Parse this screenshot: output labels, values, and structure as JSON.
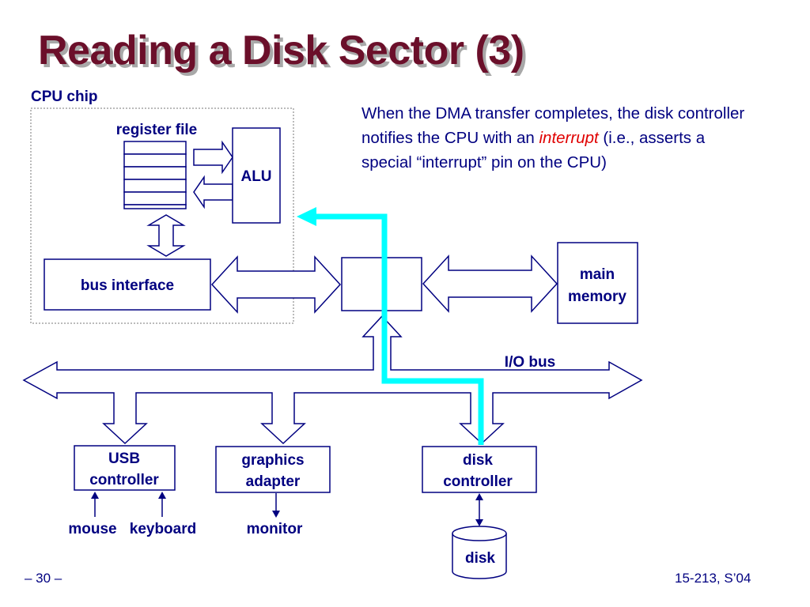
{
  "slide": {
    "title": "Reading a Disk Sector (3)",
    "page_number": "– 30 –",
    "course": "15-213, S’04"
  },
  "diagram": {
    "cpu_chip": "CPU chip",
    "register_file": "register file",
    "alu": "ALU",
    "bus_interface": "bus interface",
    "main_memory": [
      "main",
      "memory"
    ],
    "io_bus": "I/O bus",
    "usb_controller": [
      "USB",
      "controller"
    ],
    "graphics_adapter": [
      "graphics",
      "adapter"
    ],
    "disk_controller": [
      "disk",
      "controller"
    ],
    "mouse": "mouse",
    "keyboard": "keyboard",
    "monitor": "monitor",
    "disk": "disk"
  },
  "description": {
    "part1": "When the DMA transfer completes, the disk controller notifies the CPU with an ",
    "emphasis": "interrupt",
    "part2": " (i.e., asserts a special “interrupt” pin on the CPU)"
  },
  "colors": {
    "title": "#6b0f2a",
    "diagram_ink": "#000080",
    "interrupt_path": "#00ffff",
    "emphasis": "#e00000"
  }
}
